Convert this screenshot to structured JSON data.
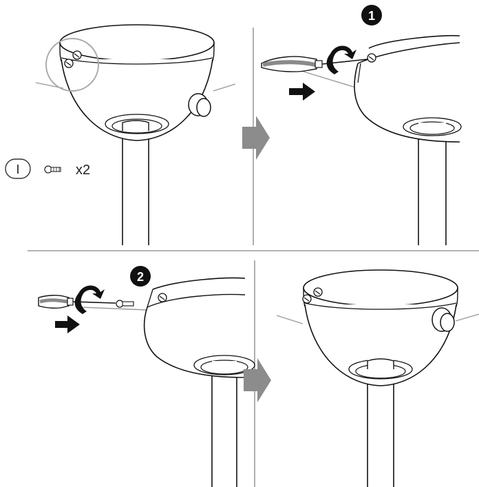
{
  "steps": {
    "step1_number": "1",
    "step2_number": "2"
  },
  "parts": {
    "part_label": "I",
    "quantity": "x2"
  },
  "colors": {
    "line": "#111111",
    "divider": "#9a9a9a",
    "highlight_circle": "#aaaaaa",
    "transition_arrow": "#8c8c8c",
    "step_badge": "#111111",
    "step_badge_text": "#ffffff",
    "screwdriver_handle": "#8a8a8a"
  },
  "icons": {
    "transition": "right-arrow-icon",
    "push": "push-arrow-icon",
    "rotate": "rotate-arrow-icon",
    "screw": "screw-icon",
    "screwdriver": "screwdriver-icon"
  }
}
